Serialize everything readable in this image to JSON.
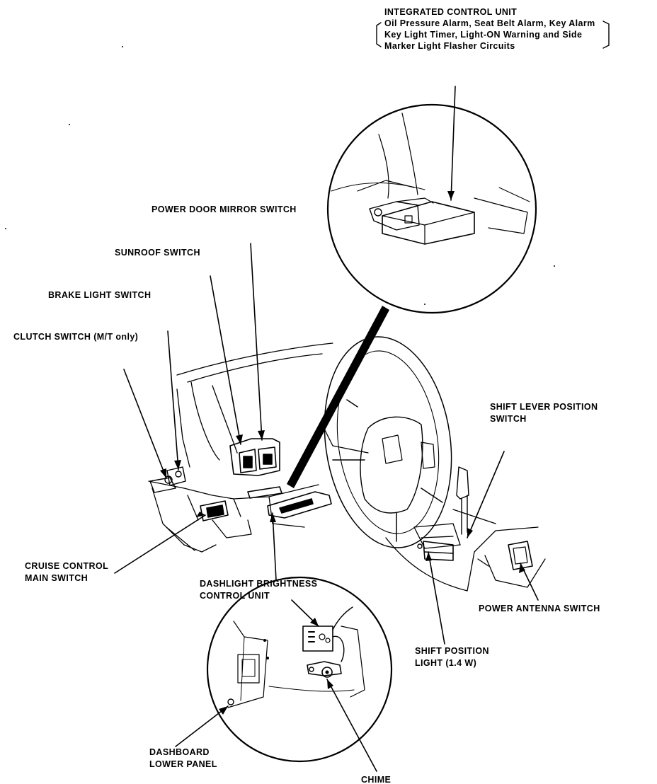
{
  "colors": {
    "ink": "#000000",
    "paper": "#ffffff"
  },
  "labels": {
    "icu_title": "INTEGRATED CONTROL UNIT",
    "icu_line1": "Oil Pressure Alarm, Seat Belt Alarm, Key Alarm",
    "icu_line2": "Key Light Timer, Light-ON Warning and Side",
    "icu_line3": "Marker Light Flasher Circuits",
    "power_door_mirror_switch": "POWER DOOR MIRROR SWITCH",
    "sunroof_switch": "SUNROOF SWITCH",
    "brake_light_switch": "BRAKE LIGHT SWITCH",
    "clutch_switch": "CLUTCH SWITCH (M/T only)",
    "shift_lever_position_switch_1": "SHIFT LEVER POSITION",
    "shift_lever_position_switch_2": "SWITCH",
    "cruise_control_main_switch_1": "CRUISE CONTROL",
    "cruise_control_main_switch_2": "MAIN SWITCH",
    "dashlight_brightness_control_unit_1": "DASHLIGHT BRIGHTNESS",
    "dashlight_brightness_control_unit_2": "CONTROL UNIT",
    "power_antenna_switch": "POWER ANTENNA SWITCH",
    "shift_position_light_1": "SHIFT POSITION",
    "shift_position_light_2": "LIGHT (1.4 W)",
    "dashboard_lower_panel_1": "DASHBOARD",
    "dashboard_lower_panel_2": "LOWER PANEL",
    "chime": "CHIME"
  }
}
